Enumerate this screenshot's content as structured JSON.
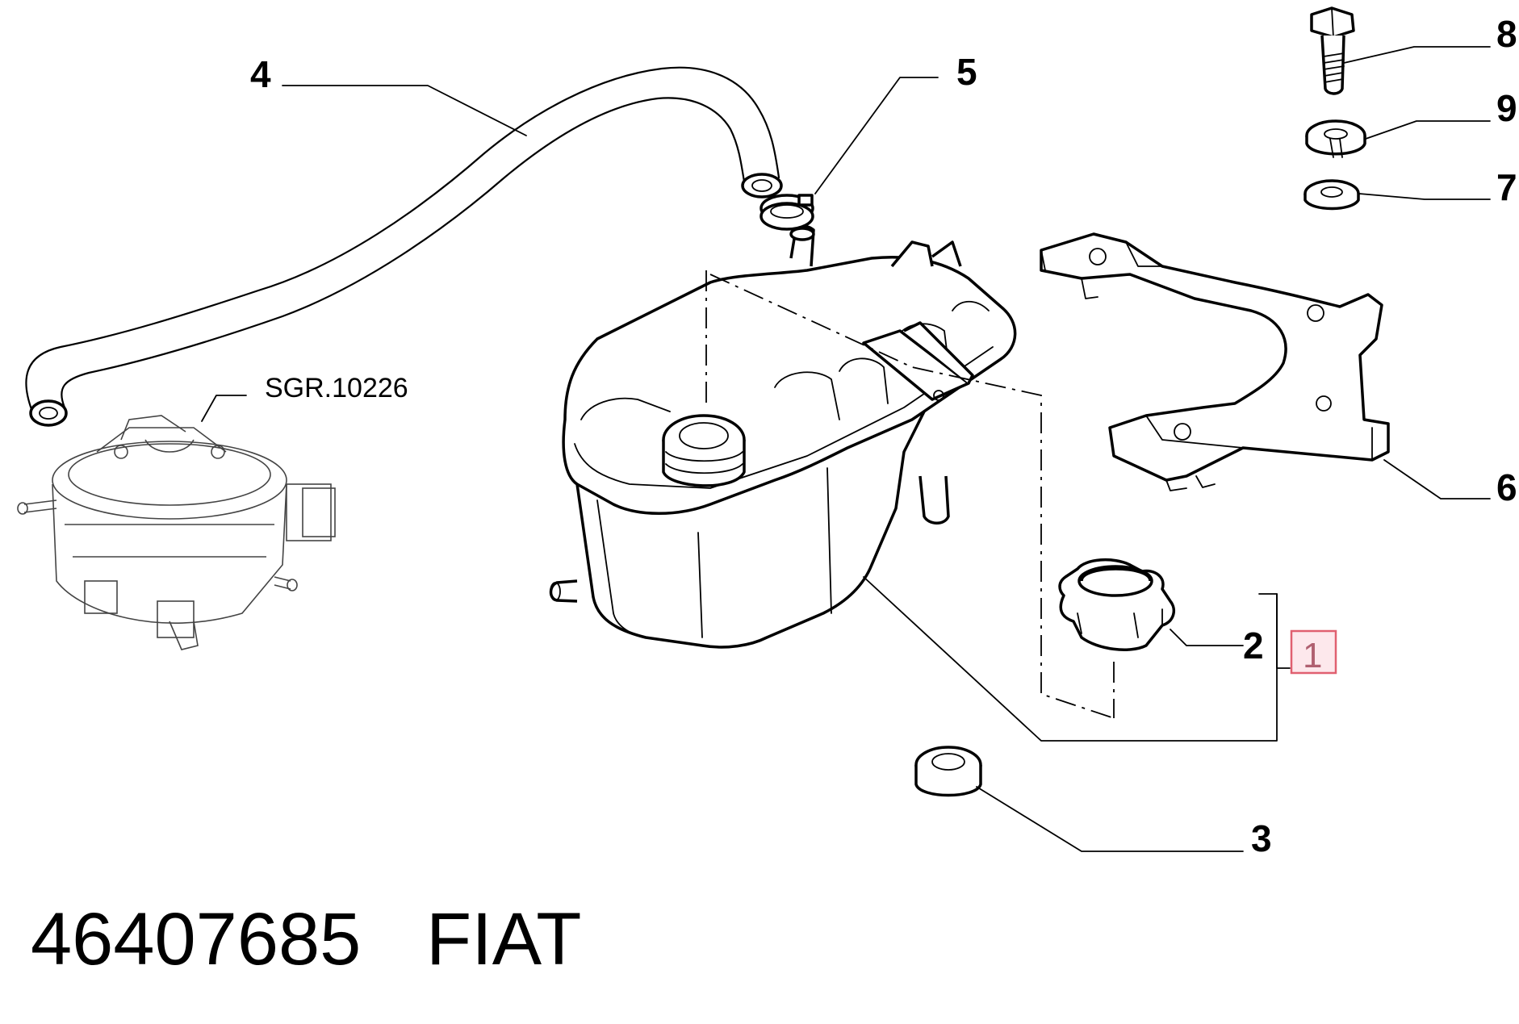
{
  "callouts": {
    "c1": "1",
    "c2": "2",
    "c3": "3",
    "c4": "4",
    "c5": "5",
    "c6": "6",
    "c7": "7",
    "c8": "8",
    "c9": "9"
  },
  "reference": "SGR.10226",
  "footer": {
    "part_number": "46407685",
    "brand": "FIAT"
  },
  "highlight": {
    "callout": "1",
    "color": "#e06070"
  }
}
